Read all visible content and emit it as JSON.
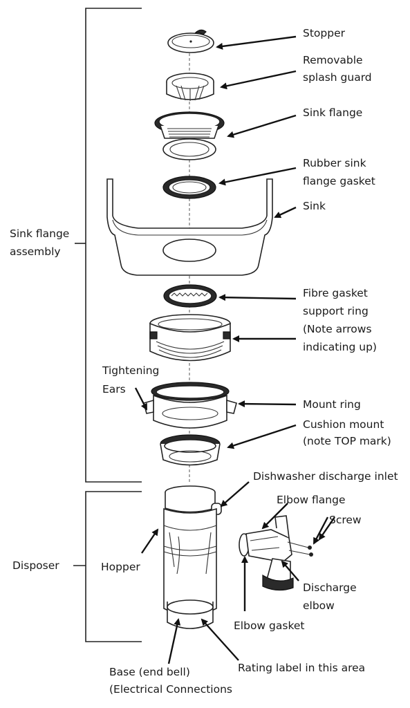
{
  "labels": {
    "stopper": "Stopper",
    "splash_guard_1": "Removable",
    "splash_guard_2": "splash guard",
    "sink_flange": "Sink flange",
    "rubber_gasket_1": "Rubber sink",
    "rubber_gasket_2": "flange gasket",
    "sink": "Sink",
    "fibre_1": "Fibre gasket",
    "fibre_2": "support ring",
    "fibre_3": "(Note arrows",
    "fibre_4": "indicating up)",
    "tightening_1": "Tightening",
    "tightening_2": "Ears",
    "mount_ring": "Mount ring",
    "cushion_1": "Cushion mount",
    "cushion_2": "(note TOP mark)",
    "dishwasher_inlet": "Dishwasher discharge inlet",
    "elbow_flange": "Elbow flange",
    "screw": "Screw",
    "hopper": "Hopper",
    "discharge_1": "Discharge",
    "discharge_2": "elbow",
    "elbow_gasket": "Elbow gasket",
    "base_1": "Base (end bell)",
    "base_2": "(Electrical Connections",
    "rating_label": "Rating label in this area",
    "sink_flange_assembly_1": "Sink flange",
    "sink_flange_assembly_2": "assembly",
    "disposer": "Disposer"
  }
}
